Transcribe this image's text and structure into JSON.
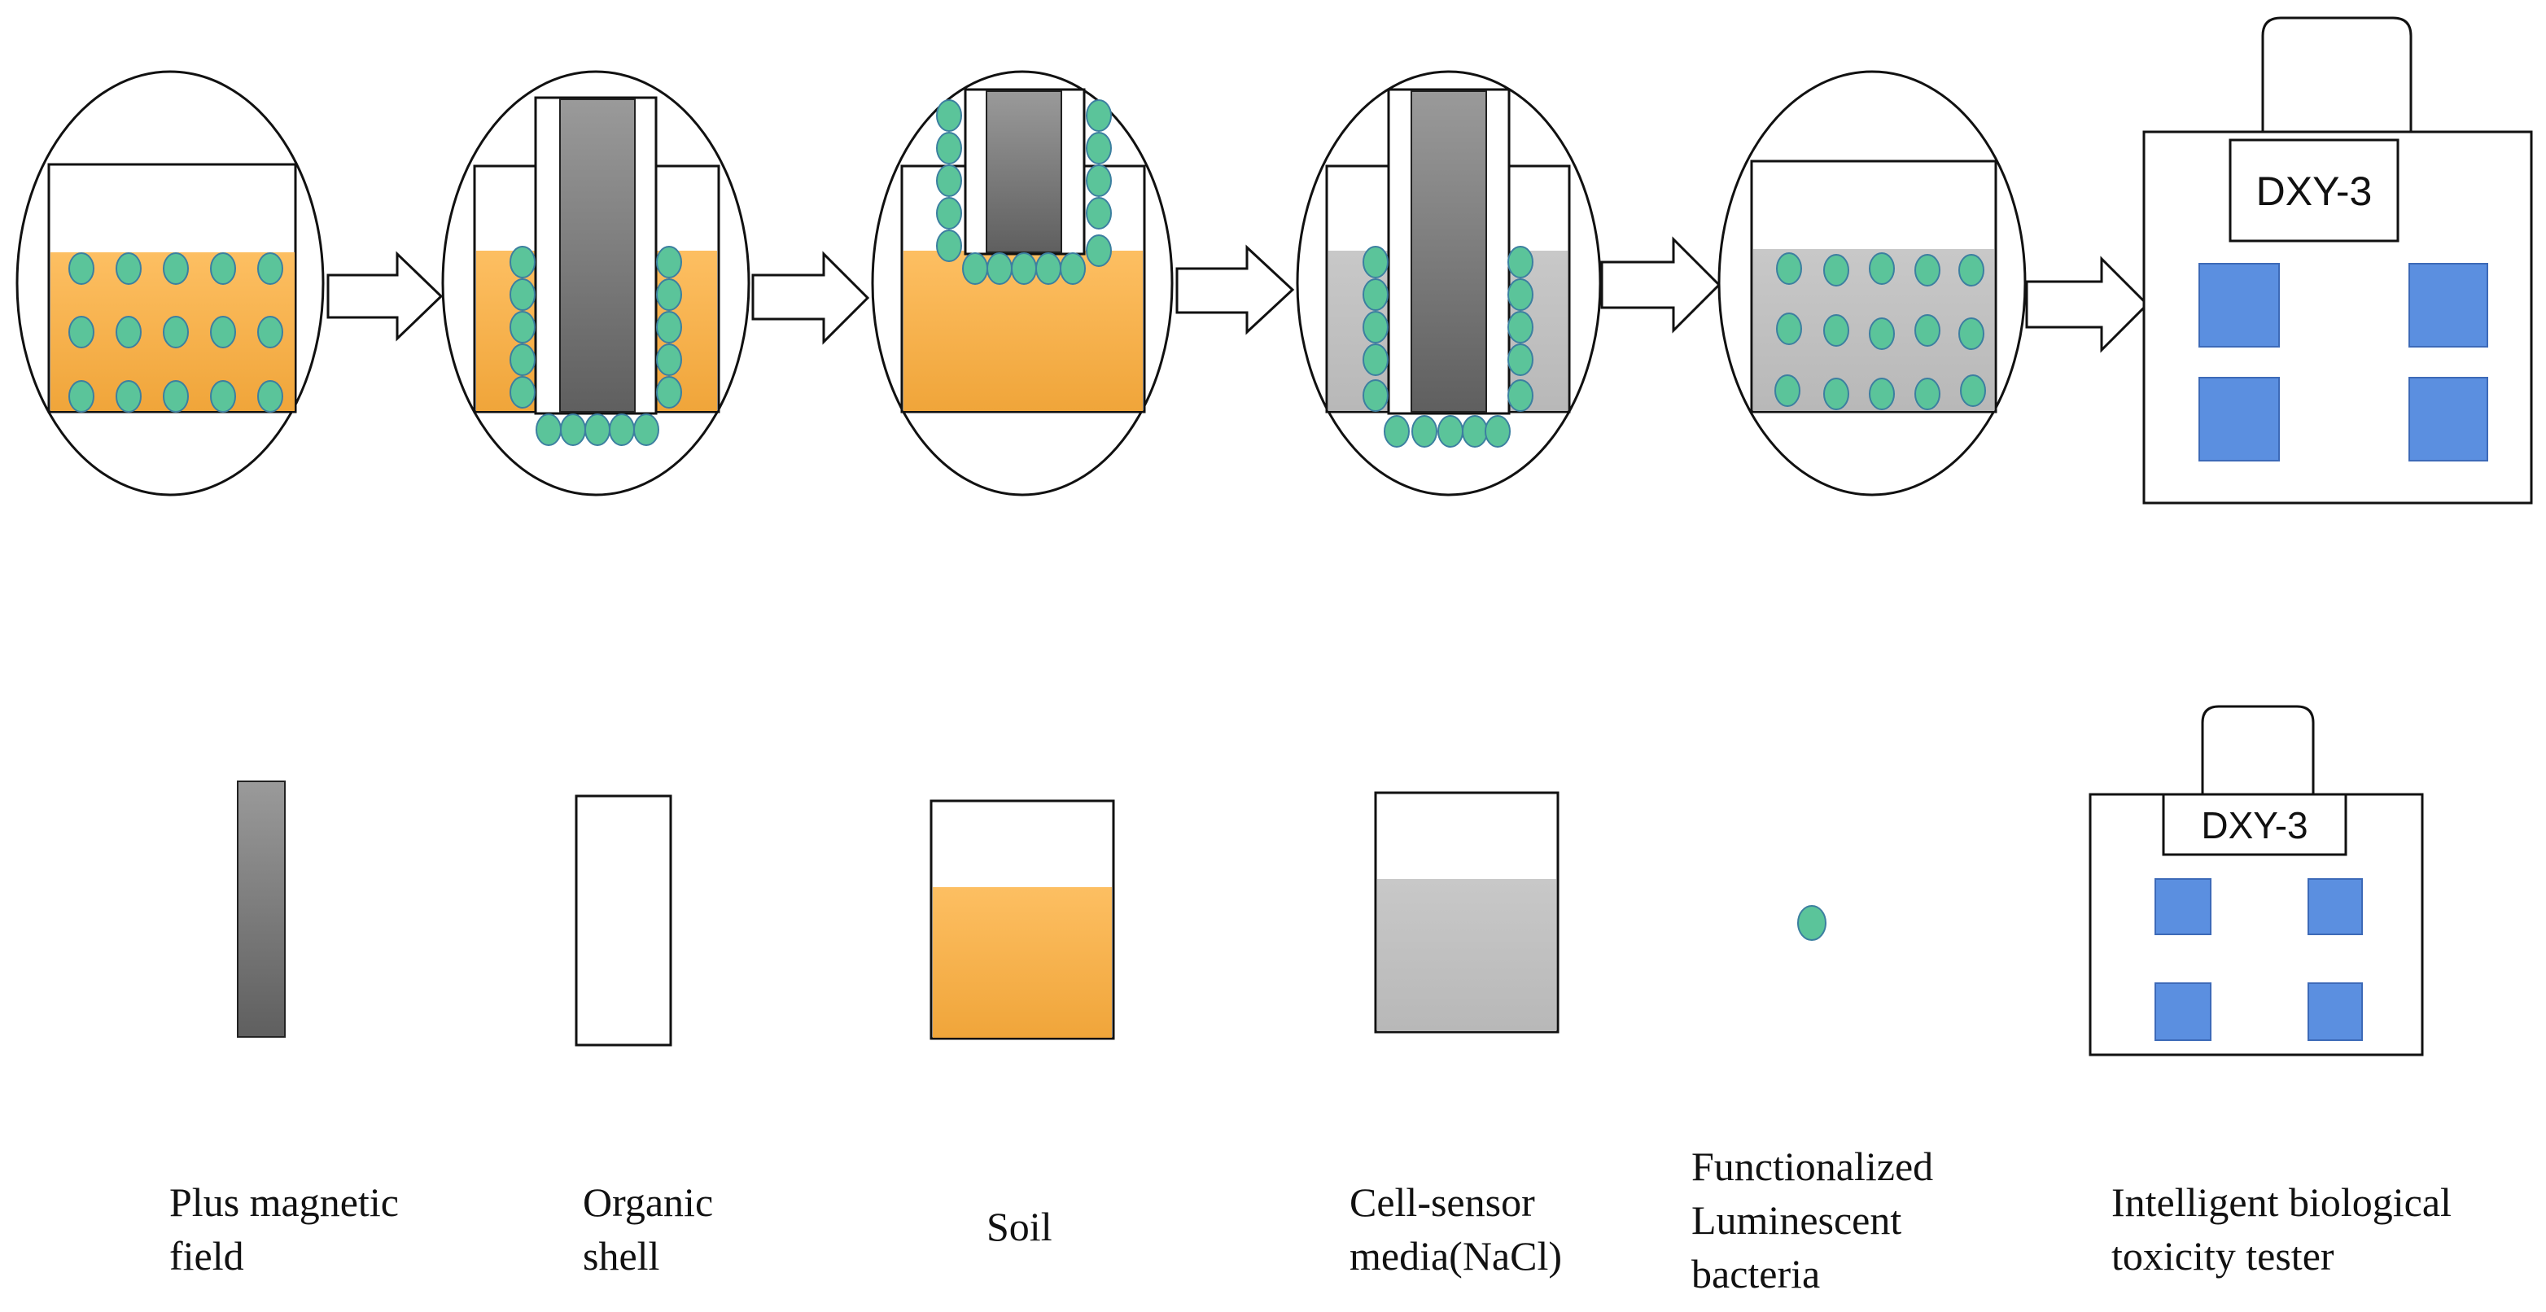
{
  "device": {
    "title": "DXY-3"
  },
  "legend": {
    "magnet": "Plus magnetic\nfield",
    "shell": "Organic\nshell",
    "soil": "Soil",
    "media": "Cell-sensor\nmedia(NaCl)",
    "bacteria": "Functionalized\nLuminescent\nbacteria",
    "tester": "Intelligent biological\ntoxicity tester"
  },
  "colors": {
    "soil": "#fbb655",
    "media": "#c0c0c0",
    "bacteria": "#5bc49a",
    "bacteria_stroke": "#3c7fa0",
    "magnet": "#7d7d7d",
    "tester_window": "#5b8fe0"
  },
  "icons": {
    "arrow": "hollow-right-arrow",
    "window": "blue-square-window",
    "bacterium": "green-ellipse"
  }
}
